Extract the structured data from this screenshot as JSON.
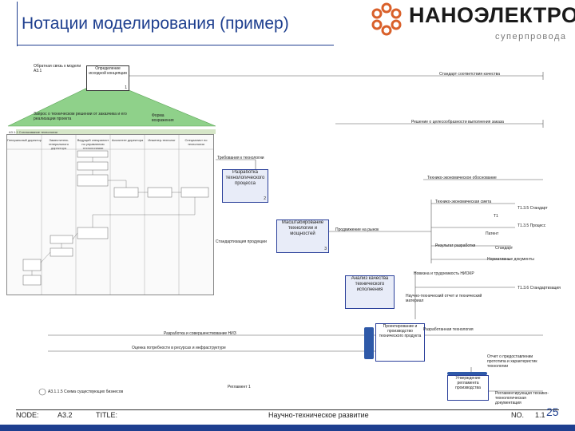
{
  "header": {
    "title": "Нотации моделирования (пример)"
  },
  "logo": {
    "name": "НАНОЭЛЕКТРО",
    "tagline": "суперпровода"
  },
  "diagram": {
    "top_left_label": "Обратная связь к модели А3.1",
    "top_box": "Определение исходной концепции",
    "top_box_num": "1",
    "green_label": "Запрос о техническом решении от заказчика и его реализации проекта",
    "green_side": "Форма возражения",
    "swimlane_title": "А3.1.1 Согласование технологии",
    "lanes": [
      "Генеральный директор",
      "Заместитель генерального директора",
      "Ведущий специалист по управлению технологиями",
      "Ассистент директора",
      "Инженер-технолог",
      "Специалист по технологии"
    ],
    "right_labels": [
      "Стандарт соответствия качества",
      "Решение о целесообразности выполнения заказа",
      "Технико-экономическое обоснование",
      "Технико-экономическая смета",
      "Т1",
      "Патент",
      "Результат разработки",
      "Нормативные документы"
    ],
    "right_outputs": [
      "Т1.3.5 Стандарт",
      "Т1.3.5 Процесс",
      "Стандарт",
      "Т1.3.6 Стандартизация"
    ],
    "mid_label_1": "Требования к технологии",
    "mid_box_1": "Разработка технологического процесса",
    "mid_box_1_num": "2",
    "mid_label_2": "Продвижение на рынок",
    "mid_box_2": "Масштабирование технологии и мощностей",
    "mid_box_2_num": "3",
    "mid_label_3": "Стандартизация продукции",
    "lower_label_1": "Новизна и трудоемкость НИОКР",
    "lower_label_2": "Разработанная технология",
    "lower_label_3": "Научно-технический отчет и технический материал",
    "lower_box_1": "Анализ качества технического исполнения",
    "lower_label_4": "Разработка и совершенствование НИЗ",
    "lower_label_5": "Оценка потребности в ресурсах и инфраструктуре",
    "bottom_box": "Проектирование и производство технического продукта",
    "bottom_right_label": "Отчет о предоставлении прототипа и характеристик технологии",
    "bottom_box_2": "Утверждение регламента производства",
    "bottom_right_label_2": "Регламентирующая технико-технологическая документация",
    "legend": "А3.1.1.5 Схема существующих бизнесов",
    "footnote": "Регламент 1"
  },
  "footer": {
    "node_label": "NODE:",
    "node_value": "А3.2",
    "title_label": "TITLE:",
    "title_value": "Научно-техническое развитие",
    "no_label": "NO.",
    "no_value": "1.1"
  },
  "page_number": "25"
}
